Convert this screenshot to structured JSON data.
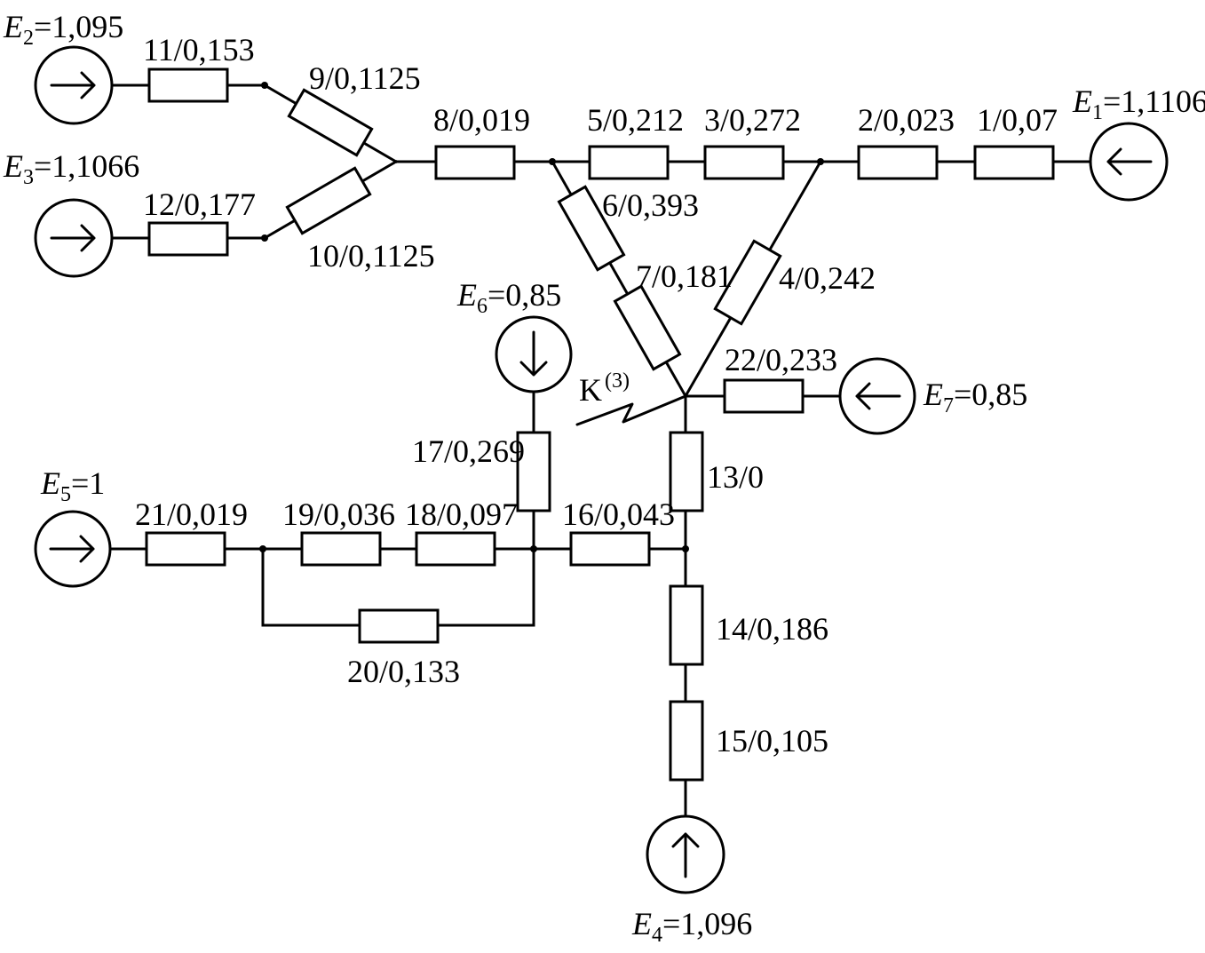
{
  "sources": {
    "e1": {
      "letter": "E",
      "sub": "1",
      "value": "=1,1106"
    },
    "e2": {
      "letter": "E",
      "sub": "2",
      "value": "=1,095"
    },
    "e3": {
      "letter": "E",
      "sub": "3",
      "value": "=1,1066"
    },
    "e4": {
      "letter": "E",
      "sub": "4",
      "value": "=1,096"
    },
    "e5": {
      "letter": "E",
      "sub": "5",
      "value": "=1"
    },
    "e6": {
      "letter": "E",
      "sub": "6",
      "value": "=0,85"
    },
    "e7": {
      "letter": "E",
      "sub": "7",
      "value": "=0,85"
    }
  },
  "branches": {
    "b1": "1/0,07",
    "b2": "2/0,023",
    "b3": "3/0,272",
    "b4": "4/0,242",
    "b5": "5/0,212",
    "b6": "6/0,393",
    "b7": "7/0,181",
    "b8": "8/0,019",
    "b9": "9/0,1125",
    "b10": "10/0,1125",
    "b11": "11/0,153",
    "b12": "12/0,177",
    "b13": "13/0",
    "b14": "14/0,186",
    "b15": "15/0,105",
    "b16": "16/0,043",
    "b17": "17/0,269",
    "b18": "18/0,097",
    "b19": "19/0,036",
    "b20": "20/0,133",
    "b21": "21/0,019",
    "b22": "22/0,233"
  },
  "fault": {
    "letter": "K",
    "sup": "(3)"
  }
}
